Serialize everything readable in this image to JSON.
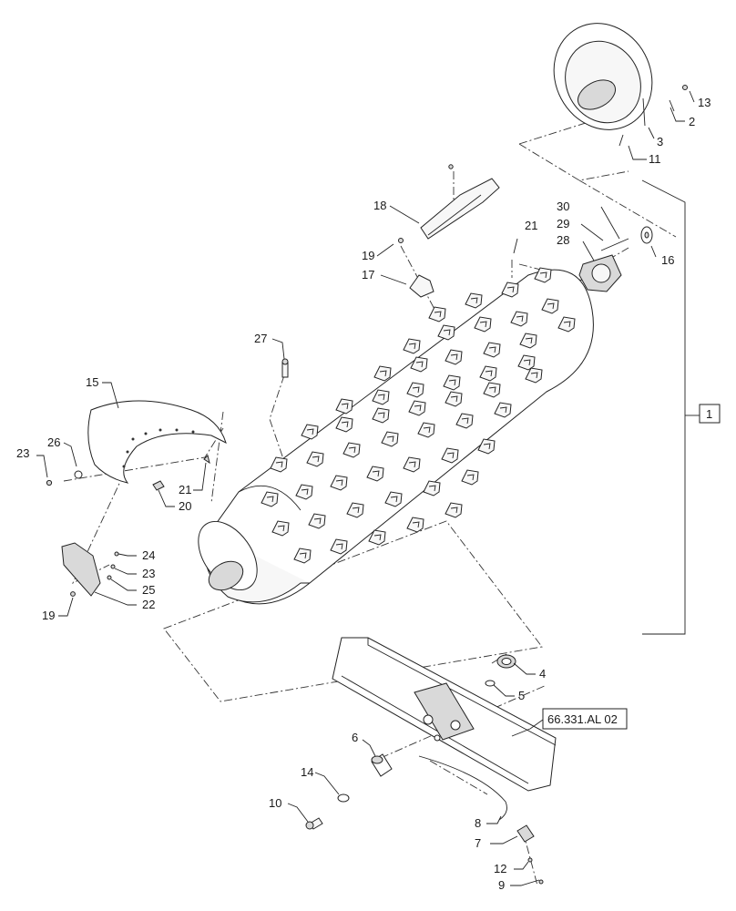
{
  "callouts": {
    "c1": "1",
    "c2": "2",
    "c3": "3",
    "c4": "4",
    "c5": "5",
    "c6": "6",
    "c7": "7",
    "c8": "8",
    "c9": "9",
    "c10": "10",
    "c11": "11",
    "c12": "12",
    "c13": "13",
    "c14": "14",
    "c15": "15",
    "c16": "16",
    "c17": "17",
    "c18": "18",
    "c19a": "19",
    "c19b": "19",
    "c20": "20",
    "c21a": "21",
    "c21b": "21",
    "c22": "22",
    "c23a": "23",
    "c23b": "23",
    "c24": "24",
    "c25": "25",
    "c26": "26",
    "c27": "27",
    "c28": "28",
    "c29": "29",
    "c30": "30"
  },
  "reference": {
    "label": "66.331.AL 02"
  }
}
